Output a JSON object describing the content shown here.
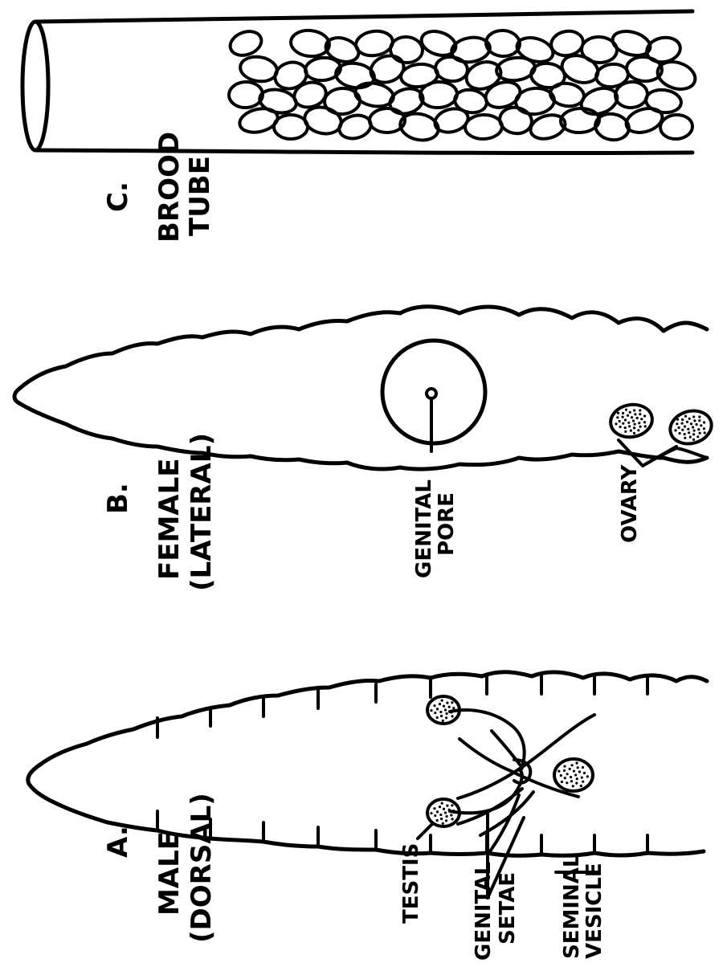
{
  "panels": {
    "a": {
      "letter": "A.",
      "title_line1": "MALE",
      "title_line2": "(DORSAL)",
      "labels": {
        "testis": "TESTIS",
        "genital_setae_1": "GENITAL",
        "genital_setae_2": "SETAE",
        "seminal_vesicle_1": "SEMINAL",
        "seminal_vesicle_2": "VESICLE"
      }
    },
    "b": {
      "letter": "B.",
      "title_line1": "FEMALE",
      "title_line2": "(LATERAL)",
      "labels": {
        "genital_pore_1": "GENITAL",
        "genital_pore_2": "PORE",
        "ovary": "OVARY"
      }
    },
    "c": {
      "letter": "C.",
      "title_line1": "BROOD",
      "title_line2": "TUBE"
    }
  }
}
